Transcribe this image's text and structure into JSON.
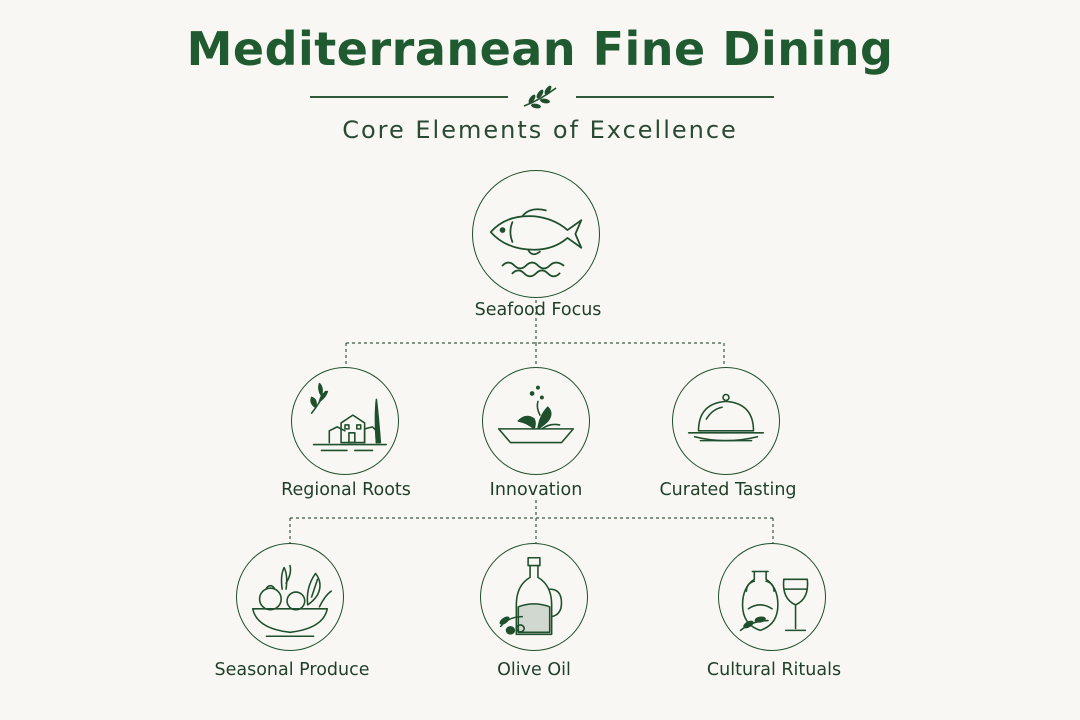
{
  "header": {
    "title": "Mediterranean Fine Dining",
    "subtitle": "Core Elements of Excellence"
  },
  "nodes": {
    "seafood": {
      "label": "Seafood Focus",
      "icon": "fish-icon"
    },
    "regional": {
      "label": "Regional Roots",
      "icon": "village-icon"
    },
    "innovation": {
      "label": "Innovation",
      "icon": "plated-dish-icon"
    },
    "curated": {
      "label": "Curated Tasting",
      "icon": "cloche-icon"
    },
    "seasonal": {
      "label": "Seasonal Produce",
      "icon": "vegetable-bowl-icon"
    },
    "olive": {
      "label": "Olive Oil",
      "icon": "olive-oil-bottle-icon"
    },
    "cultural": {
      "label": "Cultural Rituals",
      "icon": "amphora-wine-glass-icon"
    }
  },
  "colors": {
    "primary": "#1f5a30",
    "line": "#2f5a3a",
    "background": "#f8f7f3"
  }
}
